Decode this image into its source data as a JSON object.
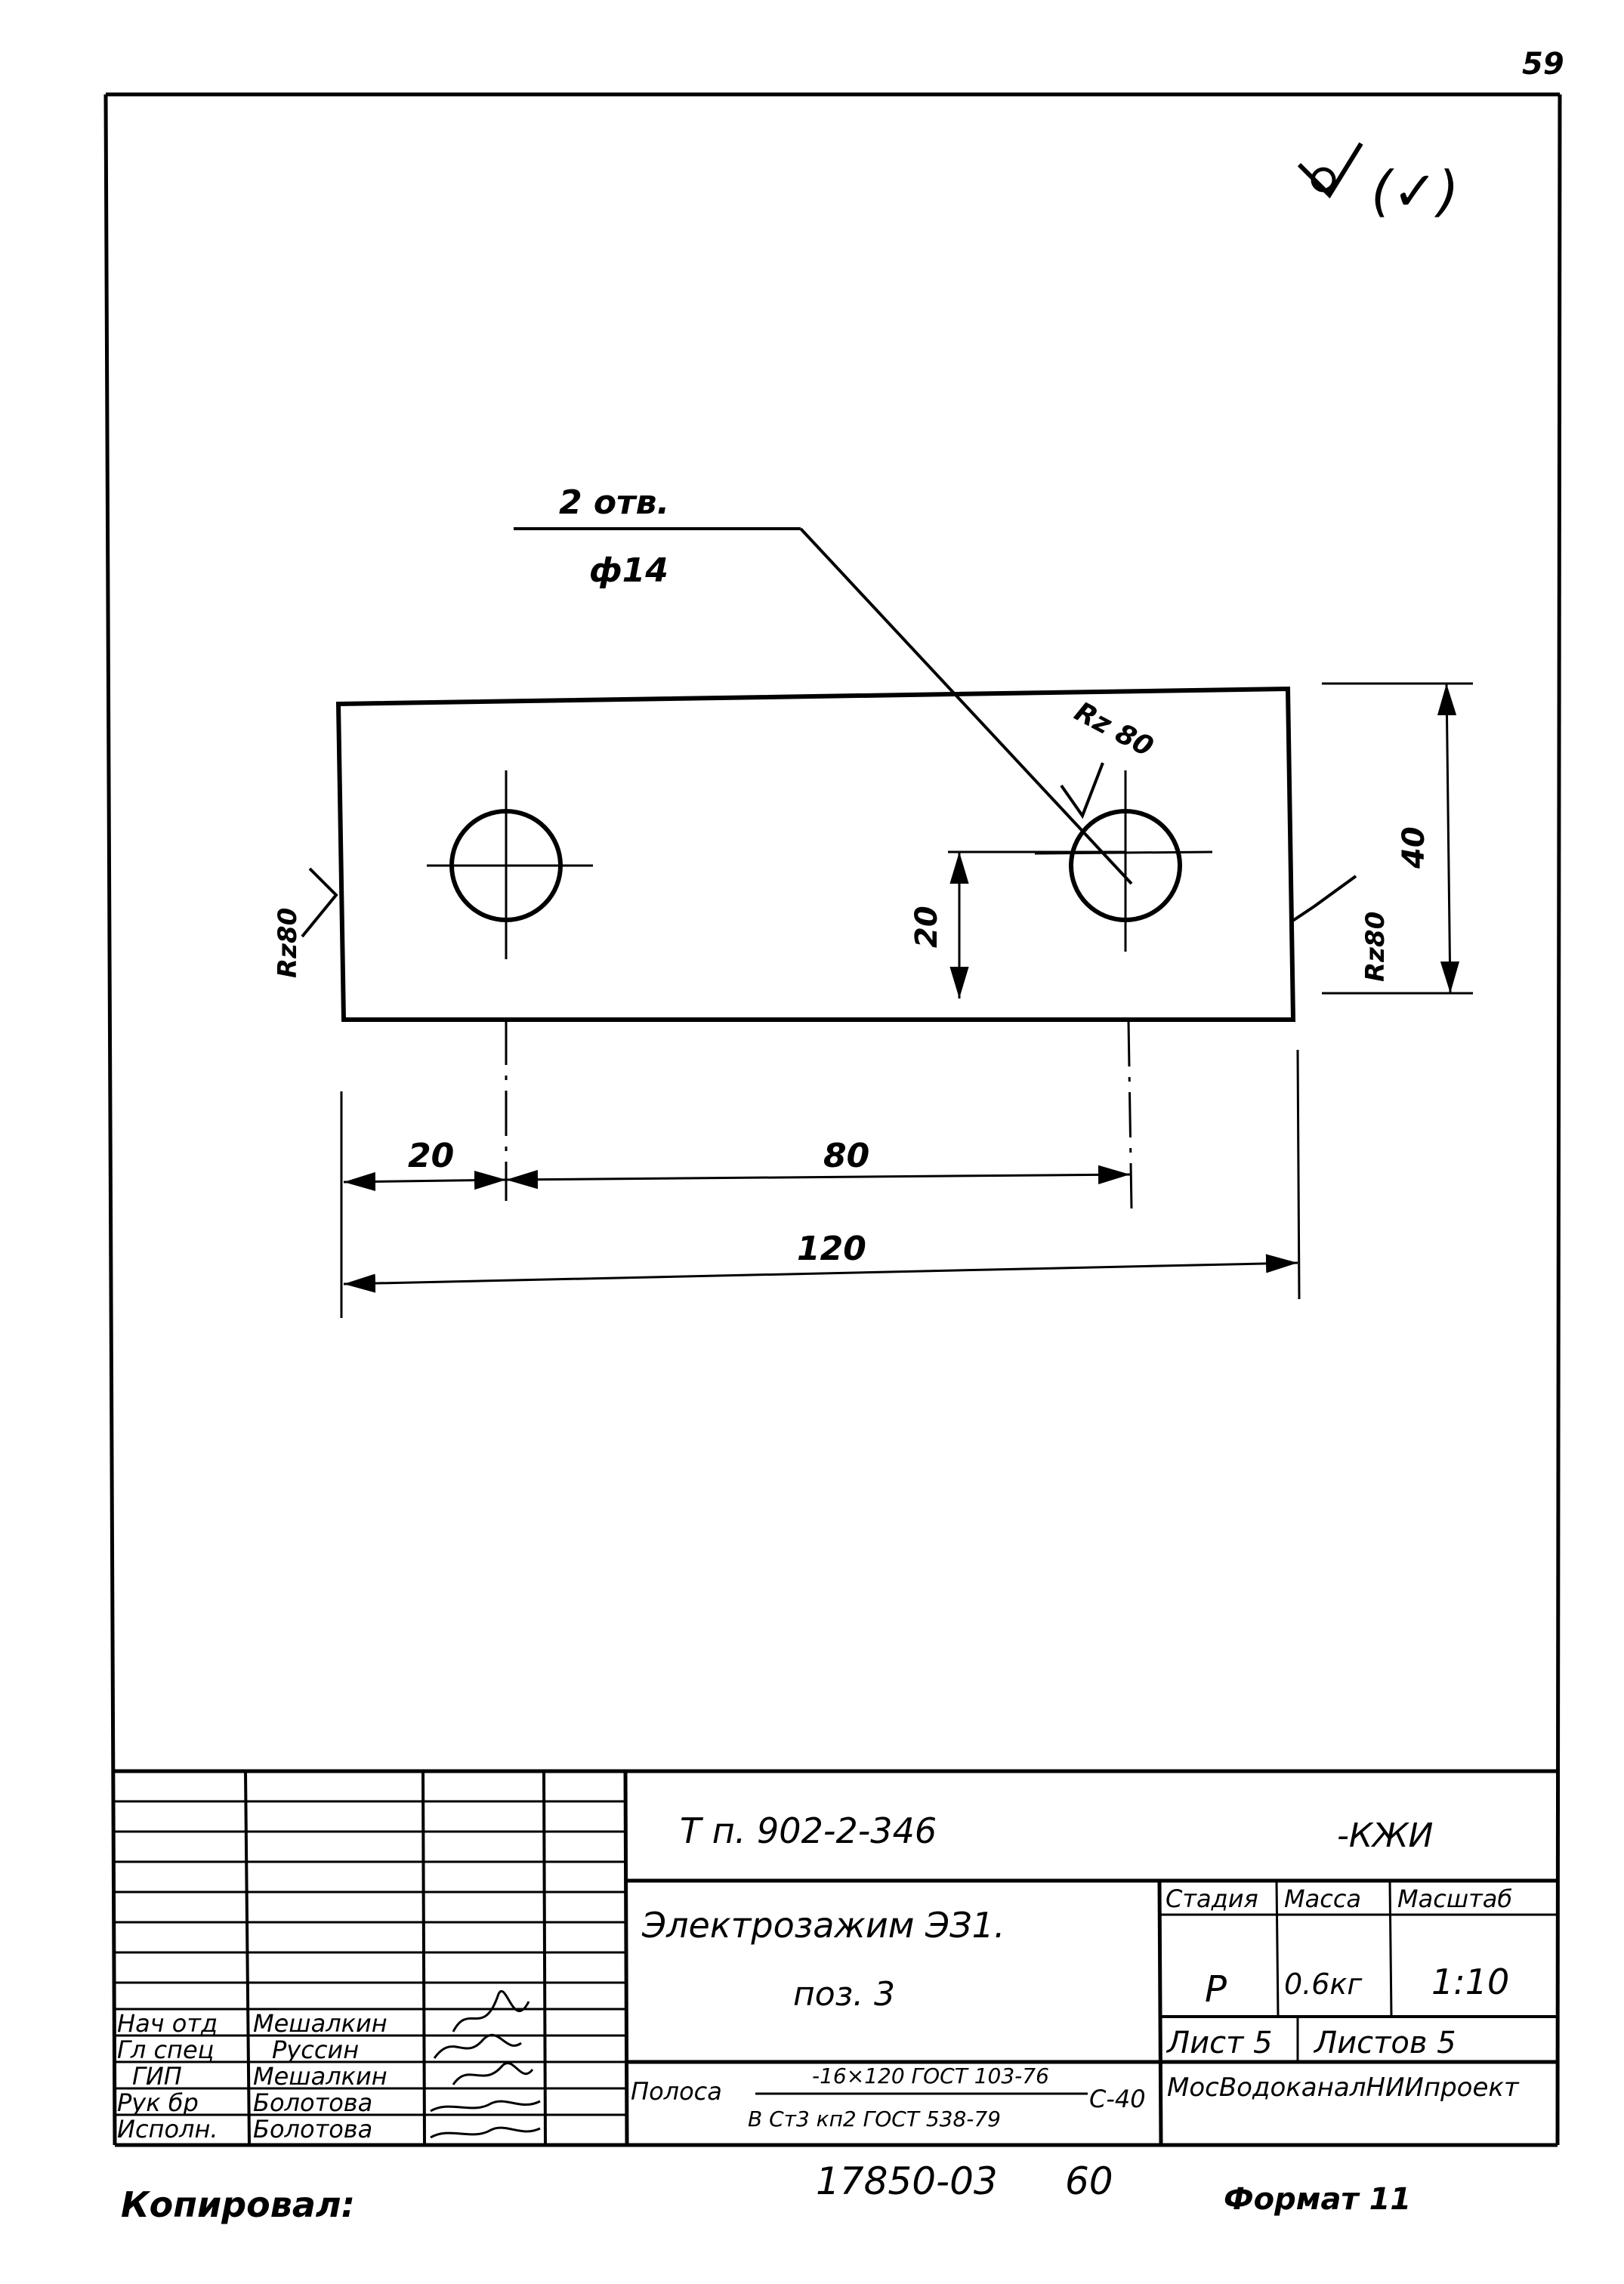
{
  "page_number": "59",
  "roughness_note": "(✓)",
  "drawing": {
    "leader": {
      "line1": "2 отв.",
      "line2": "ф14"
    },
    "roughness": {
      "top": "Rz 80",
      "left": "Rz80",
      "right": "Rz80"
    },
    "dimensions": {
      "hole_offset": "20",
      "hole_spacing": "80",
      "total_length": "120",
      "hole_height": "20",
      "total_height": "40"
    }
  },
  "title_block": {
    "doc_code": "Т п. 902-2-346",
    "doc_suffix": "-КЖИ",
    "item_name": "Электрозажим ЭЗ1.",
    "position": "поз. 3",
    "stage_label": "Стадия",
    "stage_value": "Р",
    "mass_label": "Масса",
    "mass_value": "0.6кг",
    "scale_label": "Масштаб",
    "scale_value": "1:10",
    "sheet_label": "Лист 5",
    "sheets_label": "Листов 5",
    "organization": "МосВодоканалНИИпроект",
    "material_label": "Полоса",
    "material_top": "-16×120 ГОСТ 103-76",
    "material_bottom": "В Ст3 кп2 ГОСТ 538-79",
    "material_suffix": "С-40",
    "roles": [
      {
        "role": "Нач отд",
        "name": "Мешалкин"
      },
      {
        "role": "Гл спец",
        "name": "Руссин"
      },
      {
        "role": "ГИП",
        "name": "Мешалкин"
      },
      {
        "role": "Рук бр",
        "name": "Болотова"
      },
      {
        "role": "Исполн.",
        "name": "Болотова"
      }
    ]
  },
  "footer": {
    "copied": "Копировал:",
    "number": "17850-03",
    "page": "60",
    "format": "Формат 11"
  }
}
